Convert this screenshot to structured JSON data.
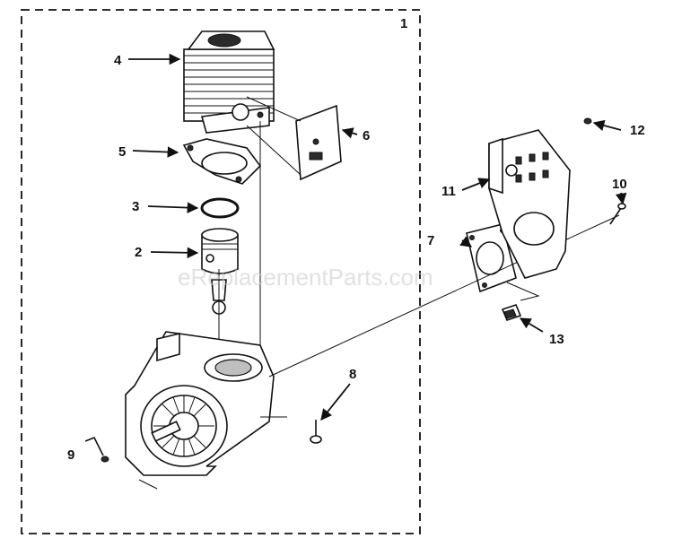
{
  "watermark": "eReplacementParts.com",
  "callouts": {
    "c1": "1",
    "c2": "2",
    "c3": "3",
    "c4": "4",
    "c5": "5",
    "c6": "6",
    "c7": "7",
    "c8": "8",
    "c9": "9",
    "c10": "10",
    "c11": "11",
    "c12": "12",
    "c13": "13"
  }
}
